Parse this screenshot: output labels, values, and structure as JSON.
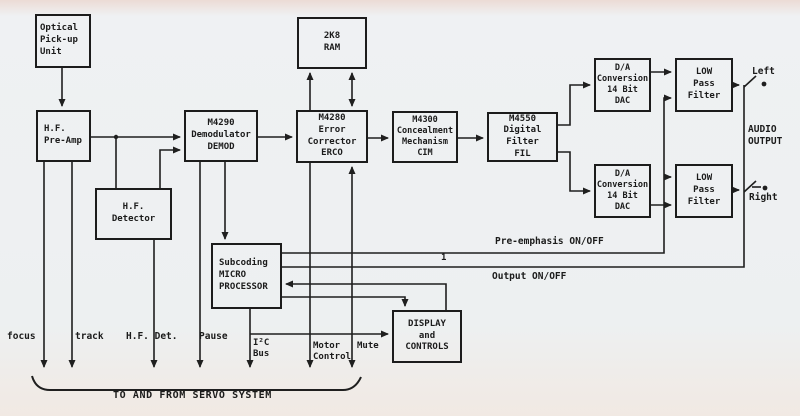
{
  "boxes": {
    "optical": {
      "label": "Optical\nPick-up\nUnit"
    },
    "preamp": {
      "label": "H.F.\nPre-Amp"
    },
    "hf_detector": {
      "label": "H.F.\nDetector"
    },
    "demod": {
      "label": "M4290\nDemodulator\nDEMOD"
    },
    "ram": {
      "label": "2K8\nRAM"
    },
    "erco": {
      "label": "M4280\nError\nCorrector\nERCO"
    },
    "cim": {
      "label": "M4300\nConcealment\nMechanism\nCIM"
    },
    "fil": {
      "label": "M4550\nDigital\nFilter\nFIL"
    },
    "dac_top": {
      "label": "D/A\nConversion\n14 Bit\nDAC"
    },
    "dac_bottom": {
      "label": "D/A\nConversion\n14 Bit\nDAC"
    },
    "lpf_top": {
      "label": "LOW\nPass\nFilter"
    },
    "lpf_bottom": {
      "label": "LOW\nPass\nFilter"
    },
    "subcoding": {
      "label": "Subcoding\nMICRO\nPROCESSOR"
    },
    "display": {
      "label": "DISPLAY\nand\nCONTROLS"
    }
  },
  "labels": {
    "left_channel": "Left",
    "right_channel": "Right",
    "audio_output": "AUDIO\nOUTPUT",
    "pre_emphasis": "Pre-emphasis ON/OFF",
    "output_onoff": "Output ON/OFF",
    "tick_one": "1",
    "focus": "focus",
    "track": "track",
    "hf_det": "H.F. Det.",
    "pause": "Pause",
    "i2c_bus": "I²C\nBus",
    "motor_control": "Motor\nControl",
    "mute": "Mute",
    "servo": "TO AND FROM SERVO SYSTEM"
  },
  "colors": {
    "ink": "#1f1f1f",
    "paper": "#eef0f2"
  }
}
